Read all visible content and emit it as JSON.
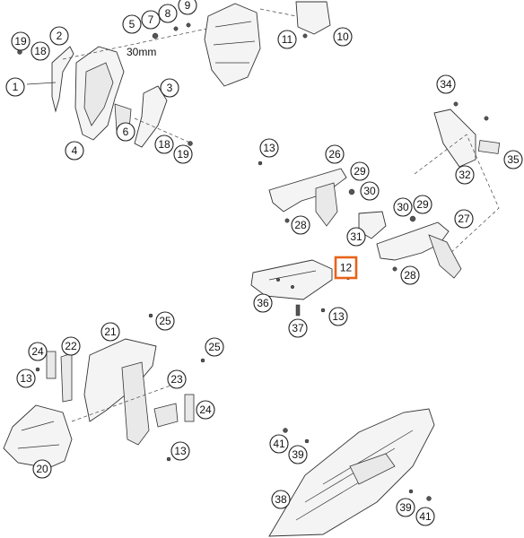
{
  "note": "30mm",
  "callouts": [
    {
      "label": "19"
    },
    {
      "label": "18"
    },
    {
      "label": "2"
    },
    {
      "label": "5"
    },
    {
      "label": "7"
    },
    {
      "label": "8"
    },
    {
      "label": "9"
    },
    {
      "label": "11"
    },
    {
      "label": "10"
    },
    {
      "label": "1"
    },
    {
      "label": "3"
    },
    {
      "label": "6"
    },
    {
      "label": "4"
    },
    {
      "label": "18"
    },
    {
      "label": "19"
    },
    {
      "label": "34"
    },
    {
      "label": "35"
    },
    {
      "label": "32"
    },
    {
      "label": "13"
    },
    {
      "label": "26"
    },
    {
      "label": "29"
    },
    {
      "label": "30"
    },
    {
      "label": "28"
    },
    {
      "label": "31"
    },
    {
      "label": "30"
    },
    {
      "label": "29"
    },
    {
      "label": "27"
    },
    {
      "label": "28"
    },
    {
      "label": "12",
      "highlight": true
    },
    {
      "label": "36"
    },
    {
      "label": "37"
    },
    {
      "label": "13"
    },
    {
      "label": "25"
    },
    {
      "label": "21"
    },
    {
      "label": "25"
    },
    {
      "label": "24"
    },
    {
      "label": "22"
    },
    {
      "label": "13"
    },
    {
      "label": "23"
    },
    {
      "label": "24"
    },
    {
      "label": "13"
    },
    {
      "label": "20"
    },
    {
      "label": "41"
    },
    {
      "label": "39"
    },
    {
      "label": "38"
    },
    {
      "label": "39"
    },
    {
      "label": "41"
    }
  ]
}
